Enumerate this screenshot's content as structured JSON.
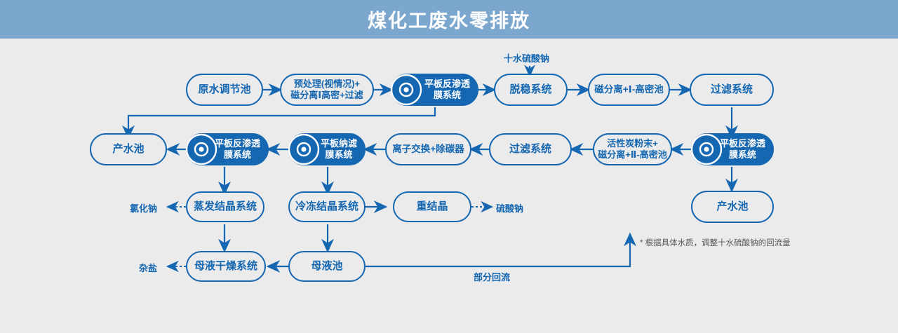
{
  "header": {
    "title": "煤化工废水零排放",
    "bg": "#7ba7cf"
  },
  "theme": {
    "accent": "#1567b2",
    "background": "#ebebeb",
    "note_color": "#555555"
  },
  "nodes": [
    {
      "id": "n1",
      "label": "原水调节池",
      "style": "outline"
    },
    {
      "id": "n2",
      "line1": "预处理(视情况)+",
      "line2": "磁分离Ⅰ高密+过滤",
      "style": "outline"
    },
    {
      "id": "n3",
      "line1": "平板反渗透",
      "line2": "膜系统",
      "style": "filled",
      "icon": "membrane-logo-icon"
    },
    {
      "id": "n4",
      "label": "脱稳系统",
      "style": "outline"
    },
    {
      "id": "n5",
      "label": "磁分离+Ⅰ-高密池",
      "style": "outline"
    },
    {
      "id": "n6",
      "label": "过滤系统",
      "style": "outline"
    },
    {
      "id": "n7",
      "line1": "平板反渗透",
      "line2": "膜系统",
      "style": "filled",
      "icon": "membrane-logo-icon"
    },
    {
      "id": "n8",
      "label": "产水池",
      "style": "outline"
    },
    {
      "id": "n9",
      "line1": "活性炭粉末+",
      "line2": "磁分离+Ⅱ-高密池",
      "style": "outline"
    },
    {
      "id": "n10",
      "label": "过滤系统",
      "style": "outline"
    },
    {
      "id": "n11",
      "label": "离子交换+除碳器",
      "style": "outline"
    },
    {
      "id": "n12",
      "line1": "平板纳滤",
      "line2": "膜系统",
      "style": "filled",
      "icon": "membrane-logo-icon"
    },
    {
      "id": "n13",
      "line1": "平板反渗透",
      "line2": "膜系统",
      "style": "filled",
      "icon": "membrane-logo-icon"
    },
    {
      "id": "n14",
      "label": "产水池",
      "style": "outline"
    },
    {
      "id": "n15",
      "label": "蒸发结晶系统",
      "style": "outline"
    },
    {
      "id": "n16",
      "label": "冷冻结晶系统",
      "style": "outline"
    },
    {
      "id": "n17",
      "label": "重结晶",
      "style": "outline"
    },
    {
      "id": "n18",
      "label": "母液干燥系统",
      "style": "outline"
    },
    {
      "id": "n19",
      "label": "母液池",
      "style": "outline"
    }
  ],
  "labels": {
    "reagent_top": "十水硫酸钠",
    "product_nacl": "氯化钠",
    "product_na2so4": "硫酸钠",
    "product_mixed_salt": "杂盐",
    "partial_return": "部分回流",
    "footnote": "* 根据具体水质，调整十水硫酸钠的回流量"
  }
}
